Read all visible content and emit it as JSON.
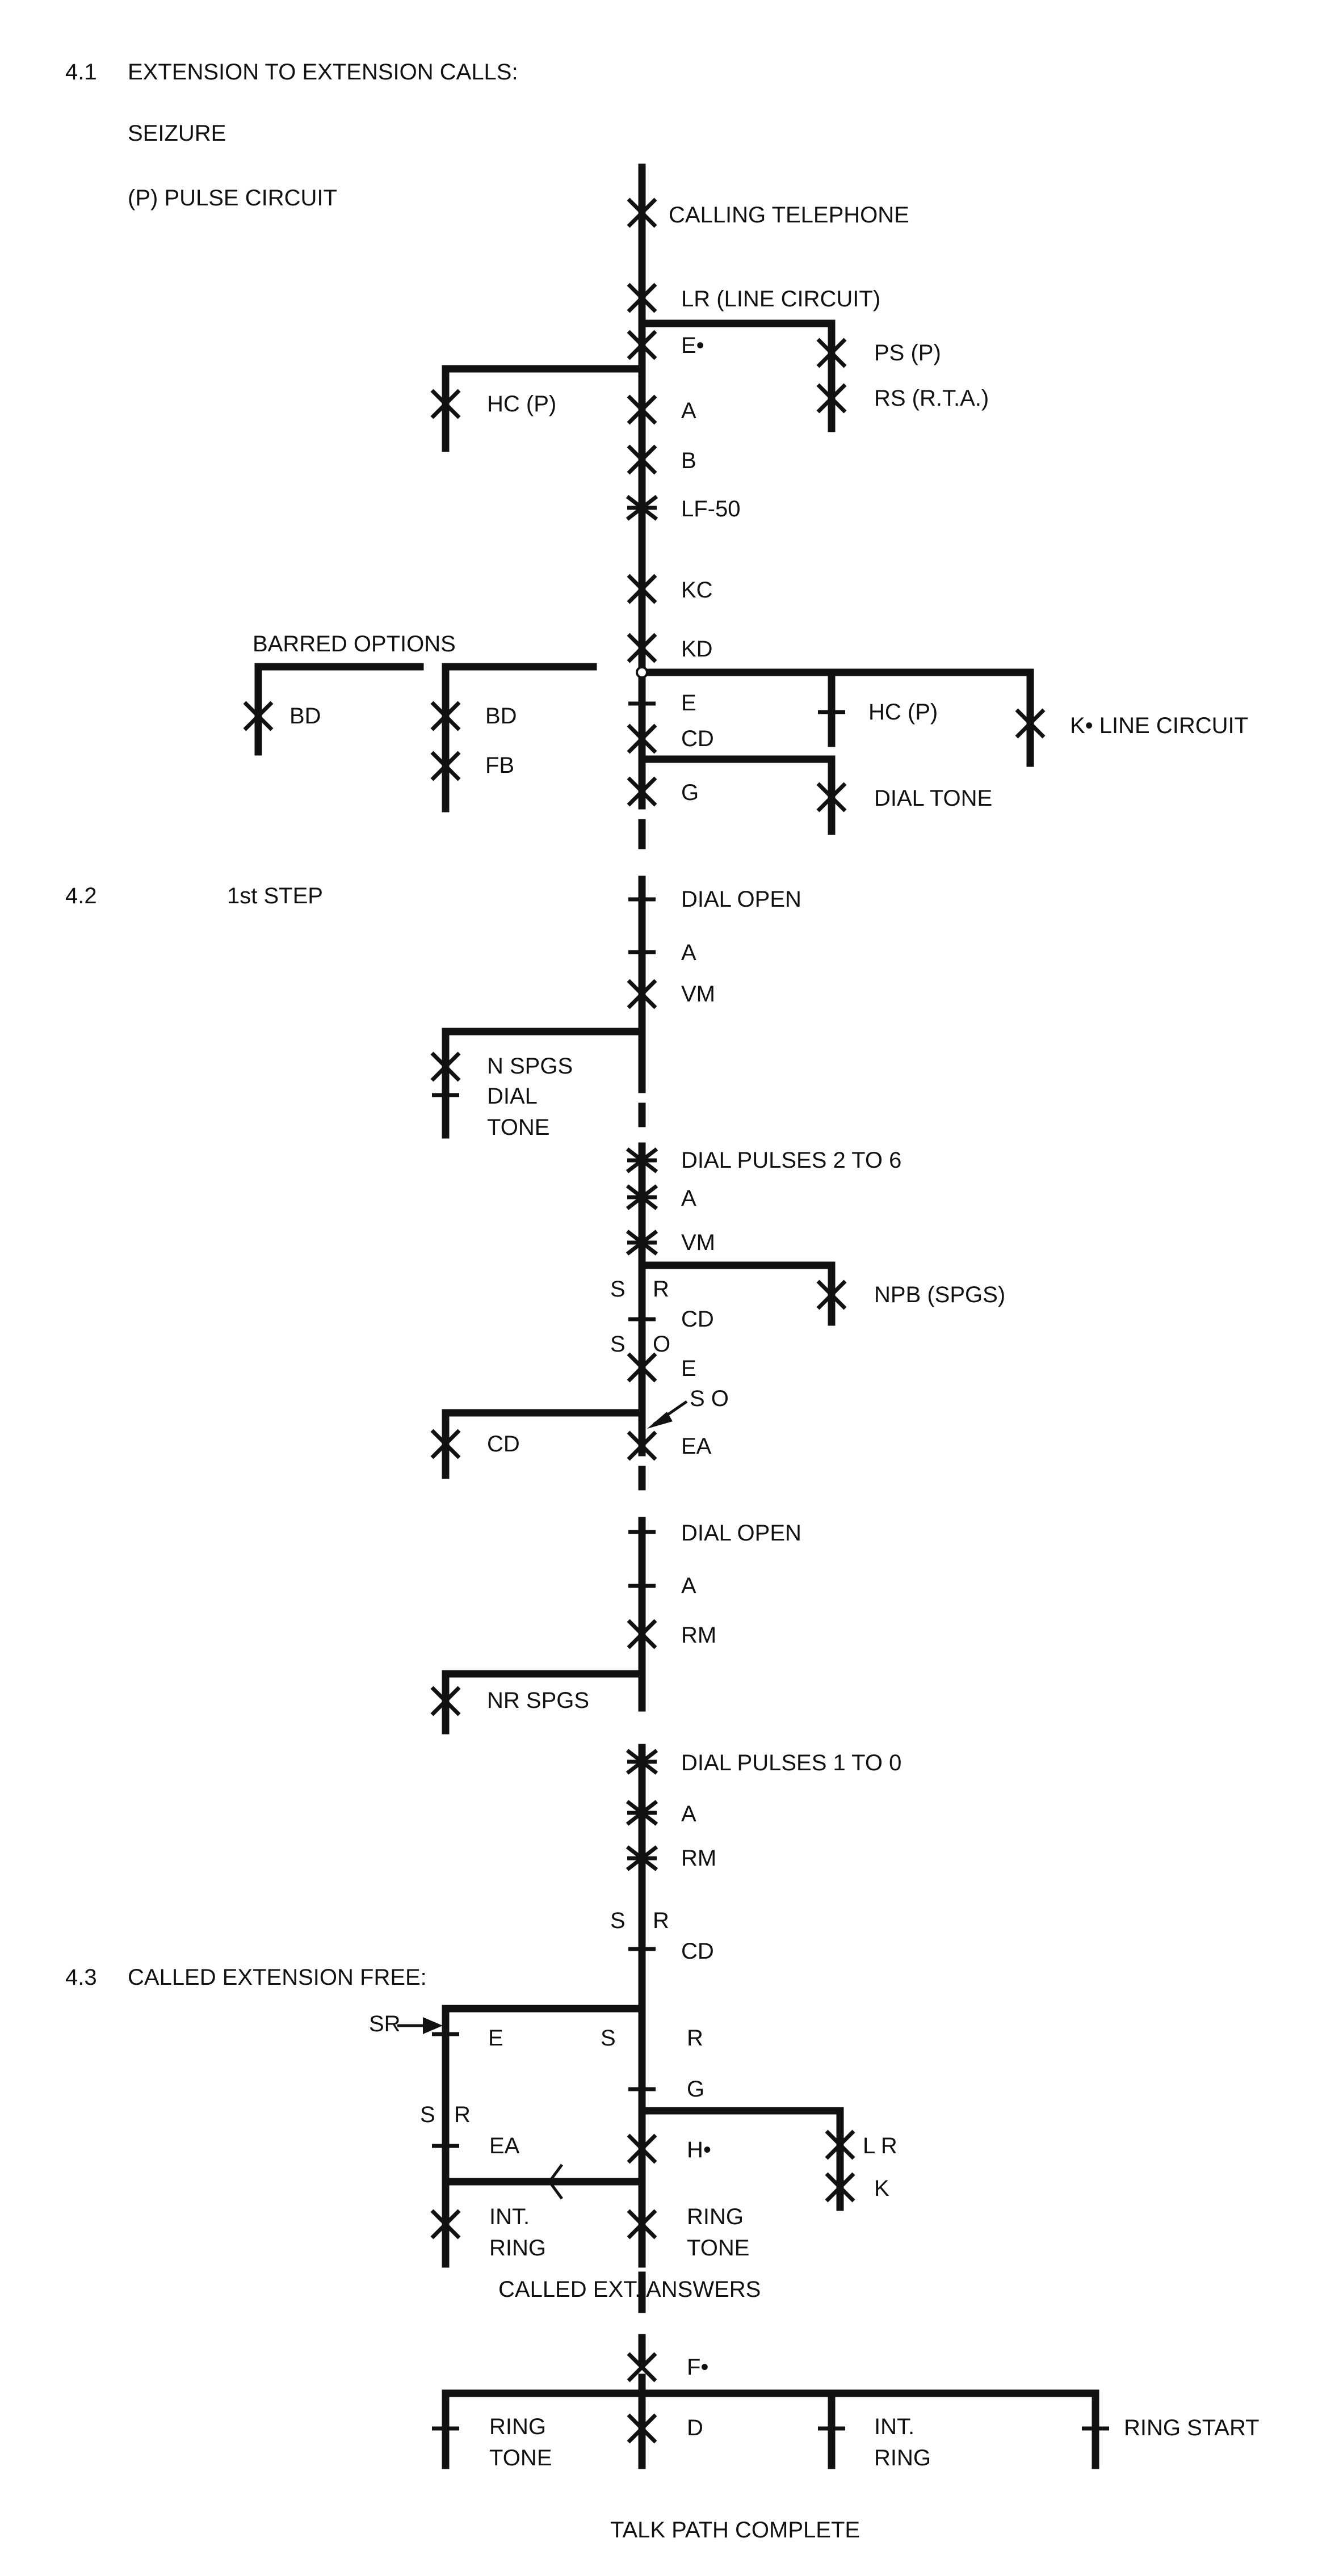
{
  "headings": {
    "s41": "4.1",
    "s41_title": "EXTENSION TO EXTENSION CALLS:",
    "seizure": "SEIZURE",
    "pulse": "(P)  PULSE CIRCUIT",
    "s42": "4.2",
    "s42_title": "1st STEP",
    "s43": "4.3",
    "s43_title": "CALLED EXTENSION FREE:",
    "called_answers": "CALLED EXT. ANSWERS",
    "talk_path": "TALK PATH COMPLETE"
  },
  "seizure": {
    "calling": "CALLING TELEPHONE",
    "lr": "LR  (LINE CIRCUIT)",
    "e": "E•",
    "ps": "PS  (P)",
    "rs": "RS  (R.T.A.)",
    "hc": "HC  (P)",
    "a": "A",
    "b": "B",
    "lf": "LF-50",
    "kc": "KC",
    "kd": "KD",
    "barred": "BARRED OPTIONS",
    "bd1": "BD",
    "bd2": "BD",
    "fb": "FB",
    "e2": "E",
    "cd": "CD",
    "g": "G",
    "hc2": "HC  (P)",
    "kline": "K•  LINE CIRCUIT",
    "dial_tone": "DIAL TONE"
  },
  "step1": {
    "dial_open": "DIAL OPEN",
    "a": "A",
    "vm": "VM",
    "n_spgs": "N  SPGS",
    "dial": "DIAL",
    "tone": "TONE",
    "pulses": "DIAL PULSES 2 TO 6",
    "a2": "A",
    "vm2": "VM",
    "s1": "S",
    "r1": "R",
    "npb": "NPB  (SPGS)",
    "cd": "CD",
    "s2": "S",
    "o2": "O",
    "e": "E",
    "so": "S O",
    "cd2": "CD",
    "ea": "EA",
    "dial_open2": "DIAL OPEN",
    "a3": "A",
    "rm": "RM",
    "nr_spgs": "NR  SPGS",
    "pulses2": "DIAL PULSES 1 TO 0",
    "a4": "A",
    "rm2": "RM",
    "s3": "S",
    "r3": "R",
    "cd3": "CD"
  },
  "free": {
    "sr": "SR",
    "e": "E",
    "s": "S",
    "r": "R",
    "g": "G",
    "s2": "S",
    "r2": "R",
    "ea": "EA",
    "h": "H•",
    "lr": "L R",
    "k": "K",
    "int": "INT.",
    "ring": "RING",
    "ring_t": "RING",
    "tone_t": "TONE",
    "f": "F•",
    "ring2": "RING",
    "tone2": "TONE",
    "d": "D",
    "int2": "INT.",
    "ring3": "RING",
    "ring_start": "RING START"
  }
}
